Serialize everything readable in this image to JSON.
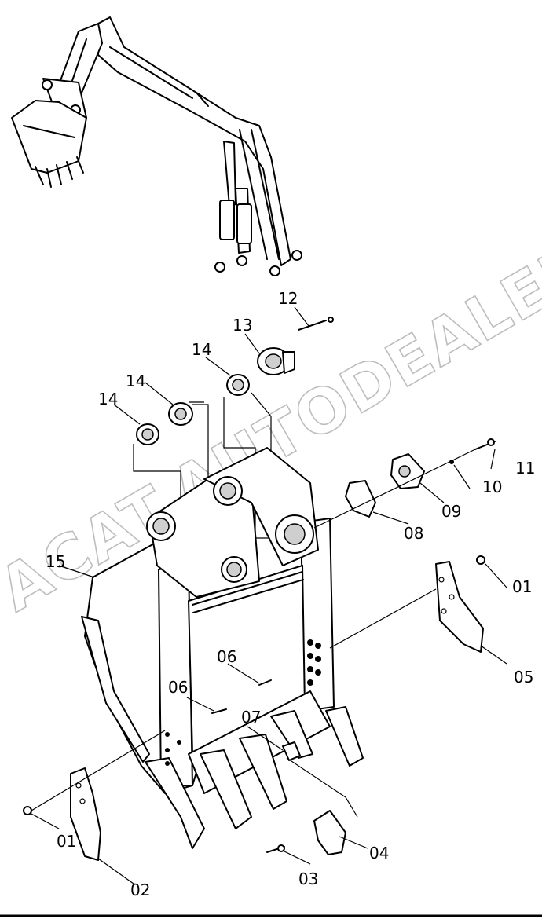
{
  "watermark": "ACAT.AUTODEALER.RU",
  "callouts": {
    "c01a": "01",
    "c01b": "01",
    "c02": "02",
    "c03": "03",
    "c04": "04",
    "c05": "05",
    "c06a": "06",
    "c06b": "06",
    "c07": "07",
    "c08": "08",
    "c09": "09",
    "c10": "10",
    "c11": "11",
    "c12": "12",
    "c13": "13",
    "c14a": "14",
    "c14b": "14",
    "c14c": "14",
    "c15": "15"
  }
}
